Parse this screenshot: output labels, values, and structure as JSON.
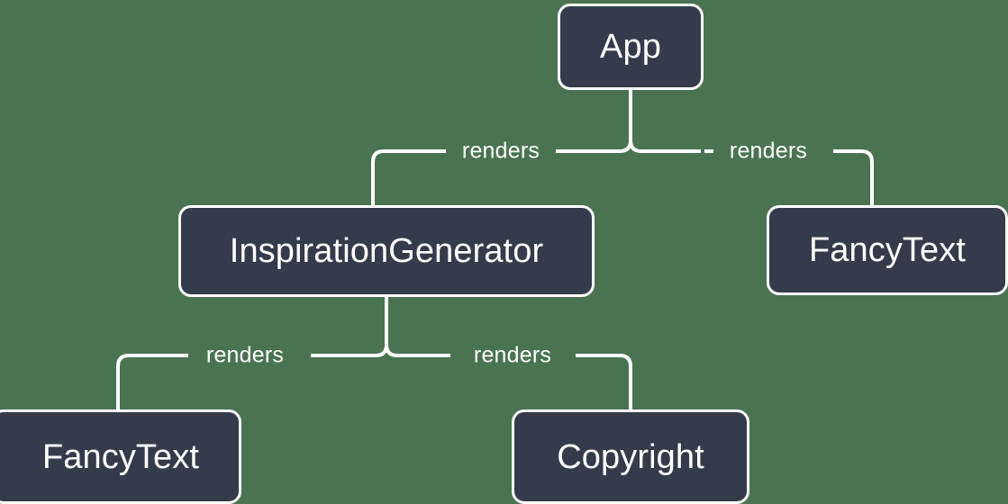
{
  "diagram": {
    "type": "component-tree",
    "title": "React component render tree",
    "background_color": "#4a7352",
    "node_fill_color": "#343b4a",
    "node_border_color": "#ffffff",
    "connector_color": "#ffffff",
    "text_color": "#ffffff",
    "nodes": [
      {
        "id": "app",
        "label": "App"
      },
      {
        "id": "inspgen",
        "label": "InspirationGenerator"
      },
      {
        "id": "fancytext-right",
        "label": "FancyText"
      },
      {
        "id": "fancytext-left",
        "label": "FancyText"
      },
      {
        "id": "copyright",
        "label": "Copyright"
      }
    ],
    "edges": [
      {
        "id": "app-inspgen",
        "from": "app",
        "to": "inspgen",
        "label": "renders"
      },
      {
        "id": "app-fancytext",
        "from": "app",
        "to": "fancytext-right",
        "label": "renders"
      },
      {
        "id": "inspgen-fancytext",
        "from": "inspgen",
        "to": "fancytext-left",
        "label": "renders"
      },
      {
        "id": "inspgen-copyright",
        "from": "inspgen",
        "to": "copyright",
        "label": "renders"
      }
    ]
  }
}
